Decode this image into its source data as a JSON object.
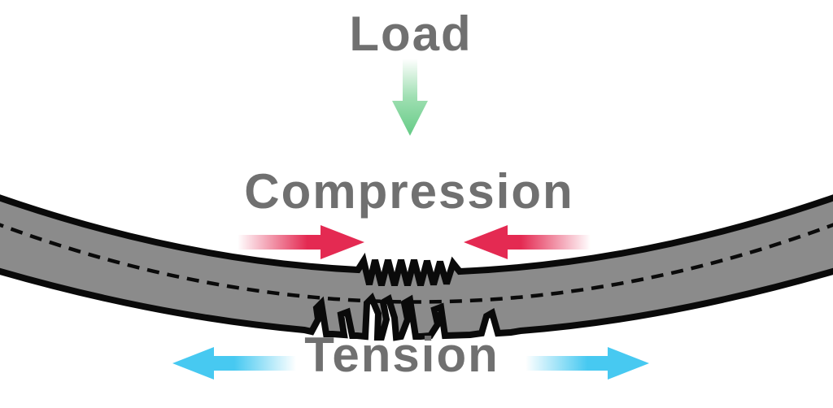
{
  "diagram": {
    "background": "#ffffff",
    "labels": {
      "load": "Load",
      "compression": "Compression",
      "tension": "Tension"
    },
    "colors": {
      "label_text": "#707070",
      "beam_fill": "#8b8b8b",
      "beam_outline": "#0a0a0a",
      "load_arrow": "#65cb86",
      "compression_arrow": "#e42a52",
      "tension_arrow": "#47c9f1"
    },
    "arrows": {
      "load": {
        "direction": "down"
      },
      "compression_left": {
        "direction": "right"
      },
      "compression_right": {
        "direction": "left"
      },
      "tension_left": {
        "direction": "left"
      },
      "tension_right": {
        "direction": "right"
      }
    },
    "beam": {
      "state": "bending downward under central load",
      "top_center_feature": "compression wrinkles (zigzag buckling)",
      "bottom_center_feature": "tension cracks",
      "neutral_axis_style": "dashed"
    }
  }
}
